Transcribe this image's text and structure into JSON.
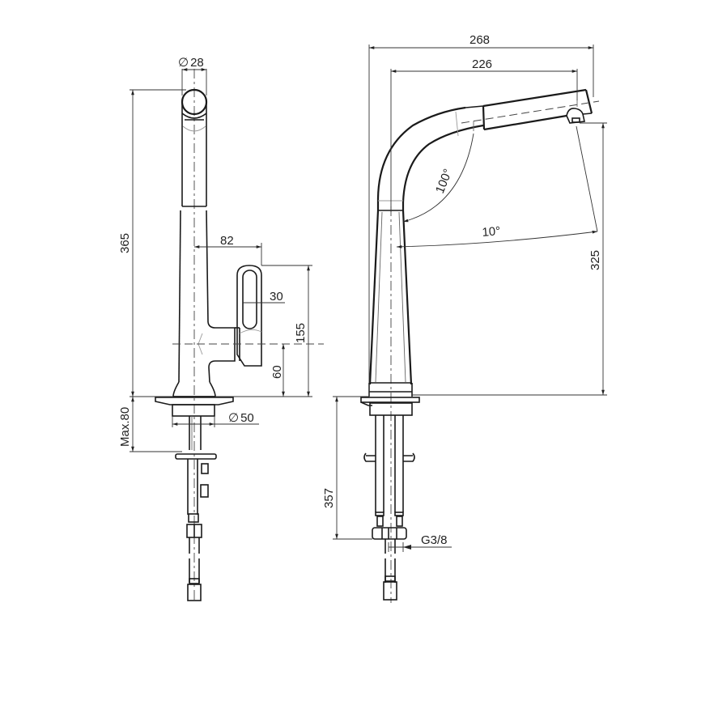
{
  "drawing": {
    "title": "Kitchen mixer tap technical drawing",
    "units": "mm",
    "colors": {
      "line": "#1a1a1a",
      "background": "#ffffff"
    }
  },
  "side_view": {
    "dimensions": {
      "spout_diameter": "28",
      "total_height": "365",
      "handle_offset": "82",
      "handle_width": "30",
      "handle_height": "155",
      "handle_axis_height": "60",
      "max_deck_thickness": "Max.80",
      "mount_diameter": "50"
    },
    "diameter_symbol": "∅"
  },
  "front_view": {
    "dimensions": {
      "overall_reach": "268",
      "spout_reach": "226",
      "spout_height": "325",
      "swivel_angle": "100°",
      "tilt_angle": "10°",
      "hose_length": "357",
      "connection_thread": "G3/8"
    }
  }
}
